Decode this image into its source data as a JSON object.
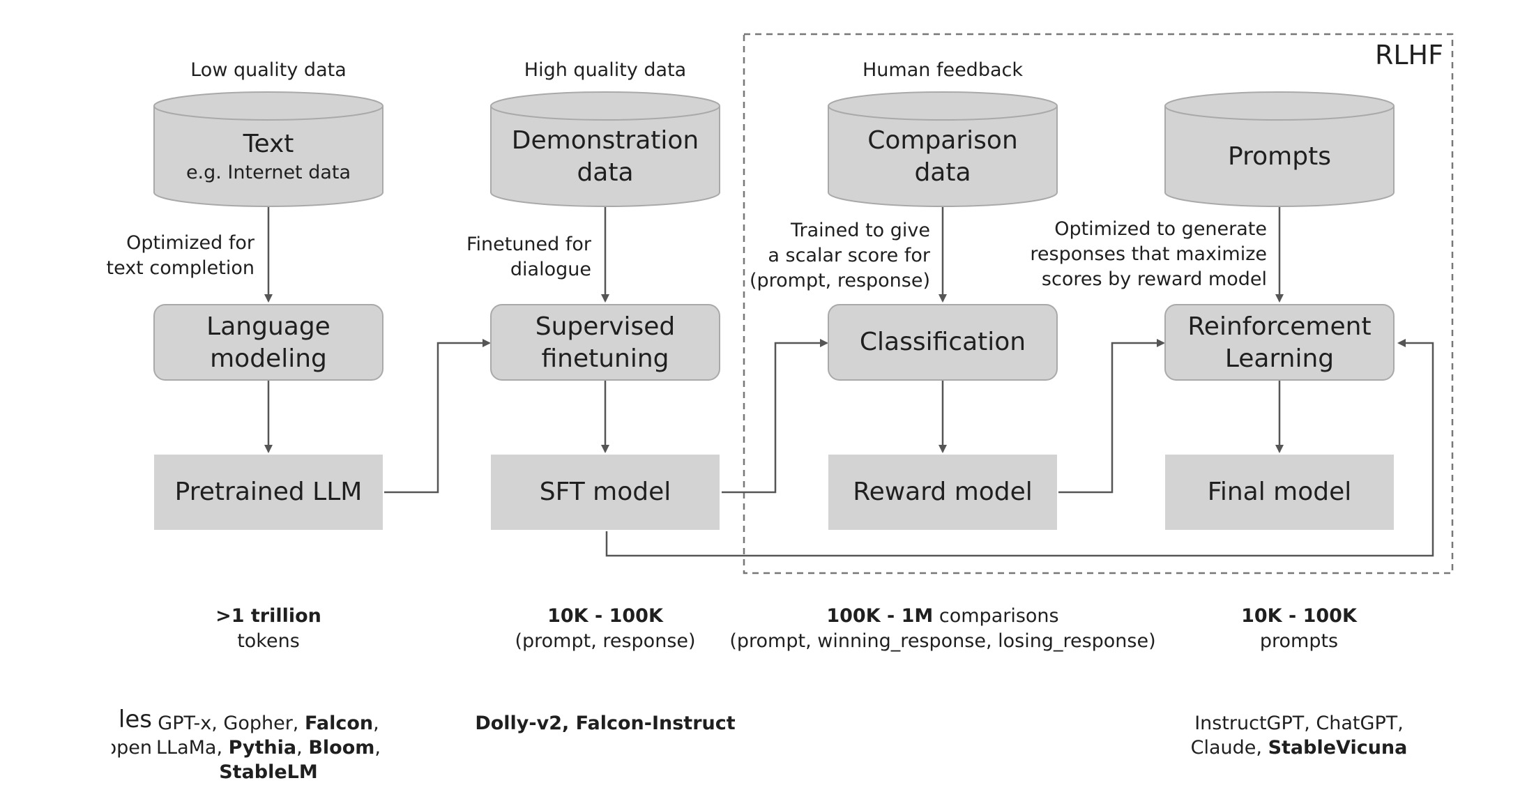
{
  "rlhf_label": "RLHF",
  "columns": [
    {
      "source_label": "Low quality data",
      "datastore": {
        "title": "Text",
        "subtitle": "e.g. Internet data"
      },
      "edge_label": [
        "Optimized for",
        "text completion"
      ],
      "process": [
        "Language",
        "modeling"
      ],
      "model": "Pretrained LLM",
      "scale": {
        "bold": ">1 trillion",
        "text": "",
        "line2": "tokens"
      },
      "examples": [
        [
          {
            "t": "GPT-x, Gopher, ",
            "b": false
          },
          {
            "t": "Falcon",
            "b": true
          },
          {
            "t": ",",
            "b": false
          }
        ],
        [
          {
            "t": "LLaMa, ",
            "b": false
          },
          {
            "t": "Pythia",
            "b": true
          },
          {
            "t": ", ",
            "b": false
          },
          {
            "t": "Bloom",
            "b": true
          },
          {
            "t": ",",
            "b": false
          }
        ],
        [
          {
            "t": "StableLM",
            "b": true
          }
        ]
      ]
    },
    {
      "source_label": "High quality data",
      "datastore": {
        "title": "Demonstration",
        "subtitle": "data"
      },
      "edge_label": [
        "Finetuned for",
        "dialogue"
      ],
      "process": [
        "Supervised",
        "finetuning"
      ],
      "model": "SFT model",
      "scale": {
        "bold": "10K - 100K",
        "text": "",
        "line2": "(prompt, response)"
      },
      "examples": [
        [
          {
            "t": "Dolly-v2, Falcon-Instruct",
            "b": true
          }
        ]
      ]
    },
    {
      "source_label": "Human feedback",
      "datastore": {
        "title": "Comparison",
        "subtitle": "data"
      },
      "edge_label": [
        "Trained to give",
        "a scalar score for",
        "(prompt, response)"
      ],
      "process": [
        "Classification"
      ],
      "model": "Reward model",
      "scale": {
        "bold": "100K - 1M",
        "text": " comparisons",
        "line2": "(prompt, winning_response, losing_response)"
      },
      "examples": []
    },
    {
      "source_label": "",
      "datastore": {
        "title": "Prompts",
        "subtitle": ""
      },
      "edge_label": [
        "Optimized to generate",
        "responses that maximize",
        "scores by reward model"
      ],
      "process": [
        "Reinforcement",
        "Learning"
      ],
      "model": "Final model",
      "scale": {
        "bold": "10K - 100K",
        "text": "",
        "line2": "prompts"
      },
      "examples": [
        [
          {
            "t": "InstructGPT, ChatGPT,",
            "b": false
          }
        ],
        [
          {
            "t": "Claude, ",
            "b": false
          },
          {
            "t": "StableVicuna",
            "b": true
          }
        ]
      ]
    }
  ],
  "left_clipped": [
    "les",
    "open"
  ],
  "colors": {
    "box": "#d3d3d3",
    "box_border": "#a9a9a9",
    "arrow": "#555555",
    "text": "#1f1f1f",
    "dash": "#777777"
  }
}
